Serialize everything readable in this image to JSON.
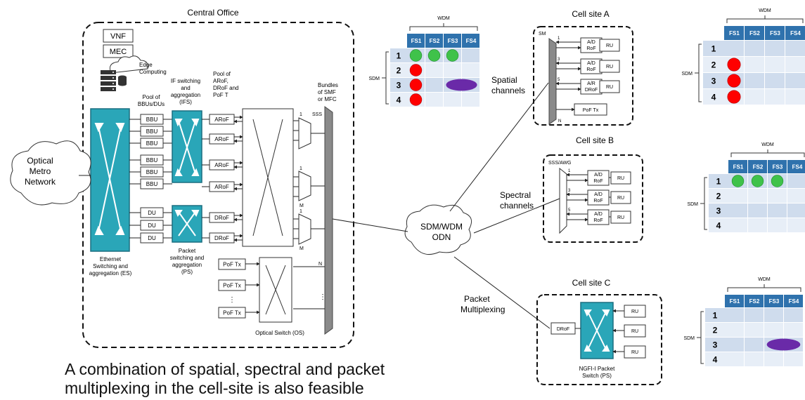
{
  "colors": {
    "teal": "#2aa6b8",
    "tealStroke": "#1b6f80",
    "tableHeader": "#2f72ad",
    "rowShade": "#cfdced",
    "rowLight": "#e7eef7",
    "green": "#3fc24a",
    "red": "#ff0000",
    "purple": "#6a2aa8",
    "mux": "#8a8a8a",
    "line": "#222222"
  },
  "icons": {
    "cloud": "cloud-icon",
    "server": "server-stack-icon",
    "database": "database-icon",
    "switchArrows": "cross-arrows-icon"
  },
  "central_office": {
    "title": "Central Office",
    "vnf": "VNF",
    "mec": "MEC",
    "edge": [
      "Edge",
      "Computing"
    ],
    "ethernet": [
      "Ethernet",
      "Switching and",
      "aggregation (ES)"
    ],
    "pool_bbu": [
      "Pool of",
      "BBUs/DUs"
    ],
    "ifs": [
      "IF switching",
      "and",
      "aggregation",
      "(IFS)"
    ],
    "ps": [
      "Packet",
      "switching and",
      "aggregation",
      "(PS)"
    ],
    "pool_aroF": [
      "Pool of",
      "ARoF,",
      "DRoF and",
      "PoF T"
    ],
    "bundles": [
      "Bundles",
      "of SMF",
      "or MFC"
    ],
    "bbu": [
      "BBU",
      "BBU",
      "BBU",
      "BBU",
      "BBU",
      "BBU"
    ],
    "du": [
      "DU",
      "DU",
      "DU"
    ],
    "arof": [
      "ARoF",
      "ARoF",
      "ARoF",
      "ARoF"
    ],
    "drof": [
      "DRoF",
      "DRoF"
    ],
    "poftx": [
      "PoF Tx",
      "PoF Tx",
      "PoF Tx"
    ],
    "sss": "SSS",
    "n": "N",
    "m1": "M",
    "m2": "M",
    "one1": "1",
    "one2": "1",
    "one3": "1",
    "dots": "⋮",
    "optical_switch": "Optical Switch (OS)"
  },
  "optical_metro": [
    "Optical",
    "Metro",
    "Network"
  ],
  "odn": [
    "SDM/WDM",
    "ODN"
  ],
  "channels": {
    "spatial": [
      "Spatial",
      "channels"
    ],
    "spectral": [
      "Spectral",
      "channels"
    ],
    "packet": [
      "Packet",
      "Multiplexing"
    ]
  },
  "cell_a": {
    "title": "Cell site A",
    "sm": "SM",
    "n": "N",
    "ports": [
      "1",
      "3",
      "5"
    ],
    "conv": [
      [
        "A/D",
        "RoF"
      ],
      [
        "A/D",
        "RoF"
      ],
      [
        "A/R",
        "DRoF"
      ]
    ],
    "ru": [
      "RU",
      "RU",
      "RU"
    ],
    "poftx": "PoF Tx"
  },
  "cell_b": {
    "title": "Cell site B",
    "sss": "SSS/AWG",
    "ports": [
      "1",
      "3",
      "5"
    ],
    "conv": [
      [
        "A/D",
        "RoF"
      ],
      [
        "A/D",
        "RoF"
      ],
      [
        "A/D",
        "RoF"
      ]
    ],
    "ru": [
      "RU",
      "RU",
      "RU"
    ]
  },
  "cell_c": {
    "title": "Cell site C",
    "drof": "DRoF",
    "ru": [
      "RU",
      "RU",
      "RU"
    ],
    "ngfi": [
      "NGFI-I Packet",
      "Switch (PS)"
    ]
  },
  "tables": [
    {
      "id": "mid",
      "wdm": "WDM",
      "sdm": "SDM",
      "fs": [
        "FS1",
        "FS2",
        "FS3",
        "FS4"
      ],
      "rows": [
        "1",
        "2",
        "3",
        "4"
      ],
      "marks": [
        {
          "row": 1,
          "col": 1,
          "type": "green"
        },
        {
          "row": 1,
          "col": 2,
          "type": "green"
        },
        {
          "row": 1,
          "col": 3,
          "type": "green"
        },
        {
          "row": 2,
          "col": 1,
          "type": "red"
        },
        {
          "row": 3,
          "col": 1,
          "type": "red"
        },
        {
          "row": 3,
          "col": 4,
          "type": "purple"
        },
        {
          "row": 4,
          "col": 1,
          "type": "red"
        }
      ]
    },
    {
      "id": "ra",
      "wdm": "WDM",
      "sdm": "SDM",
      "fs": [
        "FS1",
        "FS2",
        "FS3",
        "FS4"
      ],
      "rows": [
        "1",
        "2",
        "3",
        "4"
      ],
      "marks": [
        {
          "row": 2,
          "col": 1,
          "type": "red"
        },
        {
          "row": 3,
          "col": 1,
          "type": "red"
        },
        {
          "row": 4,
          "col": 1,
          "type": "red"
        }
      ]
    },
    {
      "id": "rb",
      "wdm": "WDM",
      "sdm": "SDM",
      "fs": [
        "FS1",
        "FS2",
        "FS3",
        "FS4"
      ],
      "rows": [
        "1",
        "2",
        "3",
        "4"
      ],
      "marks": [
        {
          "row": 1,
          "col": 1,
          "type": "green"
        },
        {
          "row": 1,
          "col": 2,
          "type": "green"
        },
        {
          "row": 1,
          "col": 3,
          "type": "green"
        }
      ]
    },
    {
      "id": "rc",
      "wdm": "WDM",
      "sdm": "SDM",
      "fs": [
        "FS1",
        "FS2",
        "FS3",
        "FS4"
      ],
      "rows": [
        "1",
        "2",
        "3",
        "4"
      ],
      "marks": [
        {
          "row": 3,
          "col": 4,
          "type": "purple"
        }
      ]
    }
  ],
  "caption": "A combination of spatial, spectral and packet multiplexing in the cell-site is also feasible"
}
